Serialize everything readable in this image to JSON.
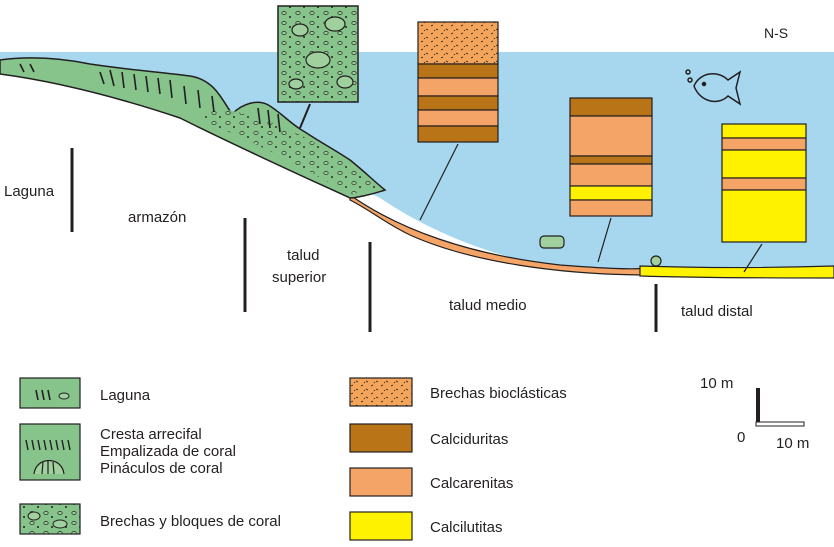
{
  "orientation": "N-S",
  "zones": {
    "laguna": "Laguna",
    "armazon": "armazón",
    "talud_superior": [
      "talud",
      "superior"
    ],
    "talud_medio": "talud medio",
    "talud_distal": "talud distal"
  },
  "legend": {
    "left": [
      {
        "label": [
          "Laguna"
        ],
        "swatch": "laguna"
      },
      {
        "label": [
          "Cresta arrecifal",
          "Empalizada de coral",
          "Pináculos de coral"
        ],
        "swatch": "cresta"
      },
      {
        "label": [
          "Brechas y bloques de coral"
        ],
        "swatch": "brechas-coral"
      }
    ],
    "right": [
      {
        "label": "Brechas bioclásticas",
        "color": "#f4a55a",
        "pattern": "dots"
      },
      {
        "label": "Calciduritas",
        "color": "#b87416"
      },
      {
        "label": "Calcarenitas",
        "color": "#f4a466"
      },
      {
        "label": "Calcilutitas",
        "color": "#fff200"
      }
    ]
  },
  "scale": {
    "vertical": "10 m",
    "horizontal": "10 m",
    "origin": "0"
  },
  "colors": {
    "sea": "#a6d7ee",
    "reef": "#86c48b",
    "coral_block": "#9fd09d",
    "brechas_bio": "#f4a55a",
    "calciduritas": "#b87416",
    "calcarenitas": "#f4a466",
    "calcilutitas": "#fff200",
    "outline": "#231f20"
  }
}
